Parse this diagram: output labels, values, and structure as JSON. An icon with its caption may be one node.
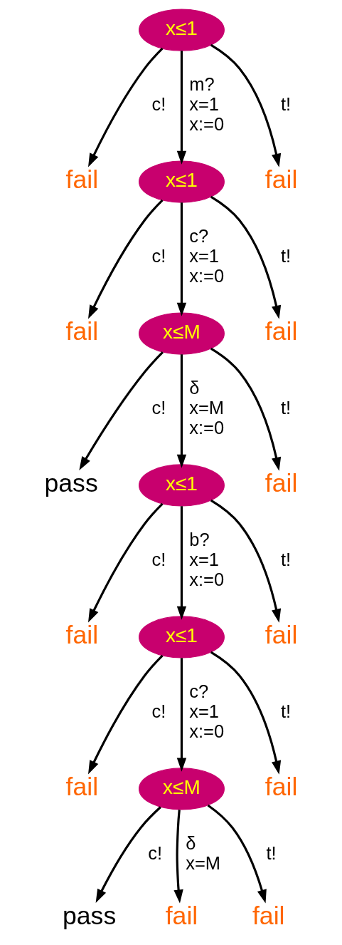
{
  "diagram": {
    "nodes": [
      {
        "text": [
          "x≤1"
        ]
      },
      {
        "text": [
          "fail"
        ]
      },
      {
        "text": [
          "fail"
        ]
      },
      {
        "text": [
          "x≤1"
        ]
      },
      {
        "text": [
          "fail"
        ]
      },
      {
        "text": [
          "fail"
        ]
      },
      {
        "text": [
          "x≤M"
        ]
      },
      {
        "text": [
          "pass"
        ]
      },
      {
        "text": [
          "fail"
        ]
      },
      {
        "text": [
          "x≤1"
        ]
      },
      {
        "text": [
          "fail"
        ]
      },
      {
        "text": [
          "fail"
        ]
      },
      {
        "text": [
          "x≤1"
        ]
      },
      {
        "text": [
          "fail"
        ]
      },
      {
        "text": [
          "fail"
        ]
      },
      {
        "text": [
          "x≤M"
        ]
      },
      {
        "text": [
          "pass"
        ]
      },
      {
        "text": [
          "fail"
        ]
      },
      {
        "text": [
          "fail"
        ]
      }
    ],
    "edges": [
      {
        "from": 0,
        "to": 1,
        "arrow": "to",
        "label": "c!"
      },
      {
        "from": 0,
        "to": 3,
        "arrow": "to",
        "label": "m? x=1 x:=0"
      },
      {
        "from": 0,
        "to": 2,
        "arrow": "to",
        "label": "t!"
      },
      {
        "from": 3,
        "to": 4,
        "arrow": "to",
        "label": "c!"
      },
      {
        "from": 3,
        "to": 6,
        "arrow": "to",
        "label": "c? x=1 x:=0"
      },
      {
        "from": 3,
        "to": 5,
        "arrow": "to",
        "label": "t!"
      },
      {
        "from": 6,
        "to": 7,
        "arrow": "to",
        "label": "c!"
      },
      {
        "from": 6,
        "to": 9,
        "arrow": "to",
        "label": "δ x=M x:=0"
      },
      {
        "from": 6,
        "to": 8,
        "arrow": "to",
        "label": "t!"
      },
      {
        "from": 9,
        "to": 10,
        "arrow": "to",
        "label": "c!"
      },
      {
        "from": 9,
        "to": 12,
        "arrow": "to",
        "label": "b? x=1 x:=0"
      },
      {
        "from": 9,
        "to": 11,
        "arrow": "to",
        "label": "t!"
      },
      {
        "from": 12,
        "to": 13,
        "arrow": "to",
        "label": "c!"
      },
      {
        "from": 12,
        "to": 15,
        "arrow": "to",
        "label": "c? x=1 x:=0"
      },
      {
        "from": 12,
        "to": 14,
        "arrow": "to",
        "label": "t!"
      },
      {
        "from": 15,
        "to": 16,
        "arrow": "to",
        "label": "c!"
      },
      {
        "from": 15,
        "to": 17,
        "arrow": "to",
        "label": "δ x=M"
      },
      {
        "from": 15,
        "to": 18,
        "arrow": "to",
        "label": "t!"
      }
    ]
  }
}
